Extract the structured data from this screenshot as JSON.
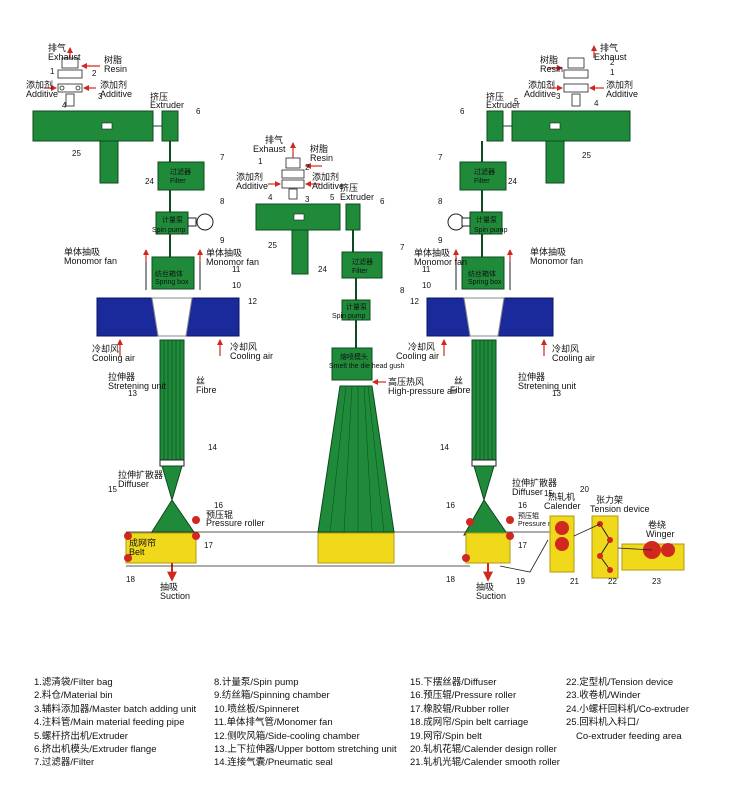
{
  "labels": {
    "exhaust_cn": "排气",
    "exhaust_en": "Exhaust",
    "resin_cn": "树脂",
    "resin_en": "Resin",
    "additive_cn": "添加剂",
    "additive_en": "Additive",
    "extruder_cn": "挤压",
    "extruder_en": "Extruder",
    "filter_cn": "过滤器",
    "filter_en": "Filter",
    "spinpump_cn": "计量泵",
    "spinpump_en": "Spin pump",
    "monomor_cn": "单体抽吸",
    "monomor_en": "Monomor fan",
    "spinbox_cn": "纺丝箱体",
    "spinbox_en": "Spring box",
    "cooling_cn": "冷却风",
    "cooling_en": "Cooling air",
    "stretch_cn": "拉伸器",
    "stretch_en": "Stretening unit",
    "fibre_cn": "丝",
    "fibre_en": "Fibre",
    "diffuser_cn": "拉伸扩散器",
    "diffuser_en": "Diffuser",
    "pressroll_cn": "预压辊",
    "pressroll_en": "Pressure roller",
    "belt_cn": "成网帘",
    "belt_en": "Belt",
    "suction_cn": "抽吸",
    "suction_en": "Suction",
    "melt_cn": "熔喷模头",
    "melt_en": "Smelt the die head gush",
    "hpair_cn": "高压热风",
    "hpair_en": "High-pressure air",
    "calender_cn": "热轧机",
    "calender_en": "Calender",
    "tension_cn": "张力架",
    "tension_en": "Tension device",
    "winder_cn": "卷绕",
    "winder_en": "Winger"
  },
  "legend": [
    [
      "1.滤清袋/Filter bag",
      "2.料仓/Material bin",
      "3.辅料添加器/Master batch adding unit",
      "4.注料管/Main material feeding pipe",
      "5.螺杆挤出机/Extruder",
      "6.挤出机模头/Extruder flange",
      "7.过滤器/Filter"
    ],
    [
      "8.计量泵/Spin pump",
      "9.纺丝箱/Spinning chamber",
      "10.喷丝板/Spinneret",
      "11.单体排气管/Monomer fan",
      "12.侧吹风箱/Side-cooling chamber",
      "13.上下拉伸器/Upper bottom stretching unit",
      "14.连接气囊/Pneumatic seal"
    ],
    [
      "15.下摆丝器/Diffuser",
      "16.预压辊/Pressure roller",
      "17.橡胶辊/Rubber roller",
      "18.成网帘/Spin belt carriage",
      "19.网帘/Spin belt",
      "20.轧机花辊/Calender design roller",
      "21.轧机光辊/Calender smooth roller"
    ],
    [
      "22.定型机/Tension device",
      "23.收卷机/Winder",
      "24.小螺杆回料机/Co-extruder",
      "25.回料机入料口/",
      "Co-extruder feeding area"
    ]
  ]
}
